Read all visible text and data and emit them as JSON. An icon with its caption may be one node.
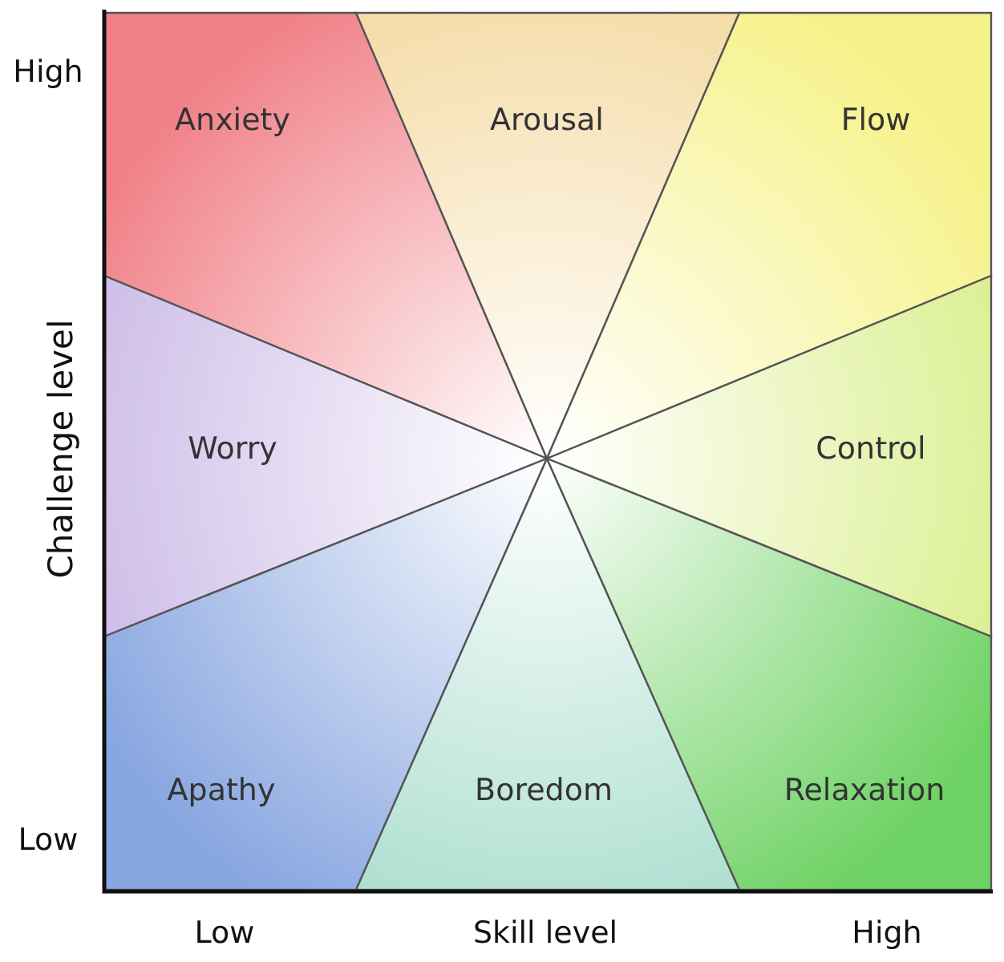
{
  "diagram": {
    "nodes": [
      {
        "text": [
          "Anxiety"
        ]
      },
      {
        "text": [
          "Arousal"
        ]
      },
      {
        "text": [
          "Flow"
        ]
      },
      {
        "text": [
          "Worry"
        ]
      },
      {
        "text": [
          "Control"
        ]
      },
      {
        "text": [
          "Apathy"
        ]
      },
      {
        "text": [
          "Boredom"
        ]
      },
      {
        "text": [
          "Relaxation"
        ]
      }
    ],
    "edges": [],
    "labels": [
      "High",
      "Challenge level",
      "Low",
      "Low",
      "Skill level",
      "High"
    ]
  }
}
